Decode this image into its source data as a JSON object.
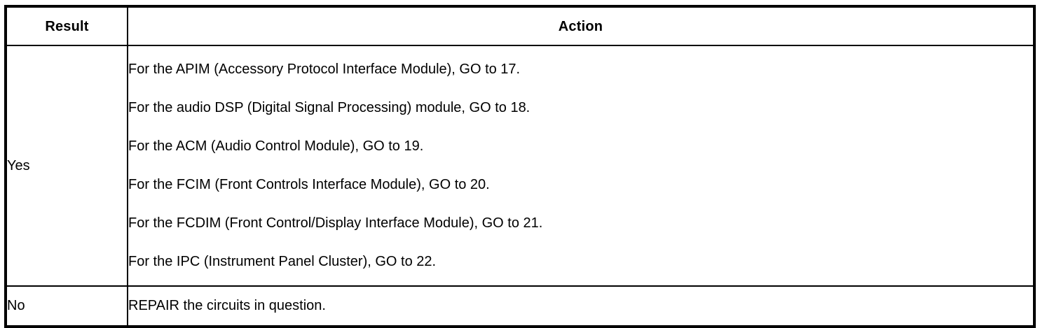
{
  "table": {
    "columns": [
      {
        "key": "result",
        "label": "Result"
      },
      {
        "key": "action",
        "label": "Action"
      }
    ],
    "rows": [
      {
        "result": "Yes",
        "actions": [
          "For the APIM (Accessory Protocol Interface Module), GO to 17.",
          "For the audio DSP (Digital Signal Processing) module, GO to 18.",
          "For the ACM (Audio Control Module), GO to 19.",
          "For the FCIM (Front Controls Interface Module), GO to 20.",
          "For the FCDIM (Front Control/Display Interface Module), GO to 21.",
          "For the IPC (Instrument Panel Cluster), GO to 22."
        ]
      },
      {
        "result": "No",
        "actions": [
          "REPAIR the circuits in question."
        ]
      }
    ]
  },
  "style": {
    "text_color": "#000000",
    "background_color": "#ffffff",
    "rule_color": "#000000"
  }
}
